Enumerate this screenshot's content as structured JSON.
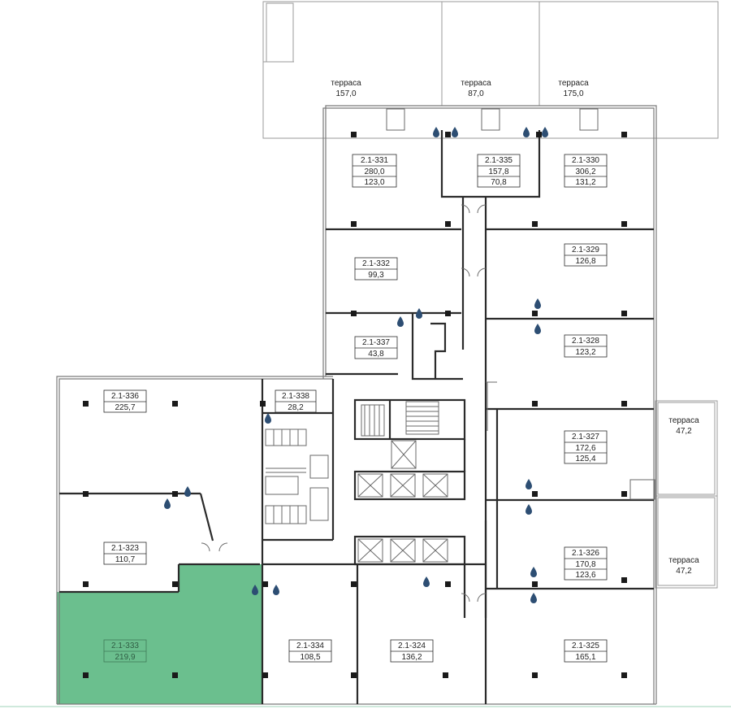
{
  "colors": {
    "wall": "#2b2b2b",
    "thin": "#8a8a8a",
    "highlight": "#6bbf8e",
    "drop": "#2d4e73",
    "terrace_line": "#9a9a9a"
  },
  "terraces": [
    {
      "id": "t1",
      "label": "терраса",
      "area": "157,0"
    },
    {
      "id": "t2",
      "label": "терраса",
      "area": "87,0"
    },
    {
      "id": "t3",
      "label": "терраса",
      "area": "175,0"
    },
    {
      "id": "t4",
      "label": "терраса",
      "area": "47,2"
    },
    {
      "id": "t5",
      "label": "терраса",
      "area": "47,2"
    }
  ],
  "units": [
    {
      "id": "2.1-331",
      "values": [
        "280,0",
        "123,0"
      ]
    },
    {
      "id": "2.1-335",
      "values": [
        "157,8",
        "70,8"
      ]
    },
    {
      "id": "2.1-330",
      "values": [
        "306,2",
        "131,2"
      ]
    },
    {
      "id": "2.1-332",
      "values": [
        "99,3"
      ]
    },
    {
      "id": "2.1-329",
      "values": [
        "126,8"
      ]
    },
    {
      "id": "2.1-337",
      "values": [
        "43,8"
      ]
    },
    {
      "id": "2.1-328",
      "values": [
        "123,2"
      ]
    },
    {
      "id": "2.1-336",
      "values": [
        "225,7"
      ]
    },
    {
      "id": "2.1-338",
      "values": [
        "28,2"
      ]
    },
    {
      "id": "2.1-327",
      "values": [
        "172,6",
        "125,4"
      ]
    },
    {
      "id": "2.1-323",
      "values": [
        "110,7"
      ]
    },
    {
      "id": "2.1-326",
      "values": [
        "170,8",
        "123,6"
      ]
    },
    {
      "id": "2.1-333",
      "values": [
        "219,9"
      ],
      "highlighted": true
    },
    {
      "id": "2.1-334",
      "values": [
        "108,5"
      ]
    },
    {
      "id": "2.1-324",
      "values": [
        "136,2"
      ]
    },
    {
      "id": "2.1-325",
      "values": [
        "165,1"
      ]
    }
  ]
}
